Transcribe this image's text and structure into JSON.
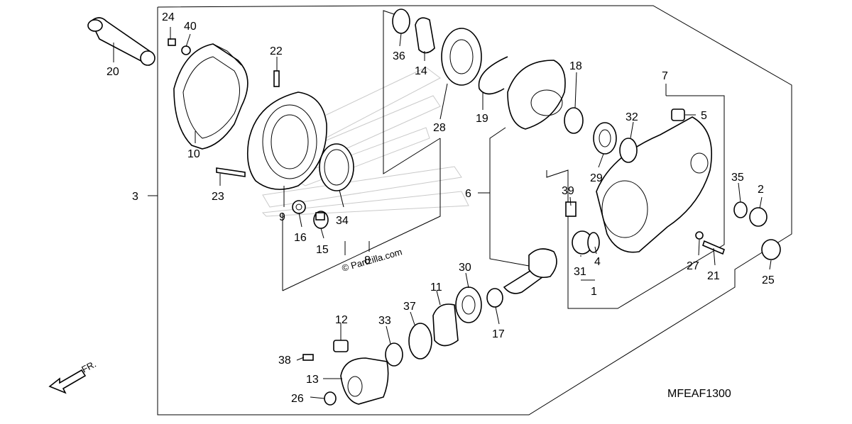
{
  "diagram": {
    "code": "MFEAF1300",
    "watermark": "© Partzilla.com",
    "direction_label": "FR.",
    "callouts": [
      "1",
      "2",
      "3",
      "4",
      "5",
      "6",
      "7",
      "8",
      "9",
      "10",
      "11",
      "12",
      "13",
      "14",
      "15",
      "16",
      "17",
      "18",
      "19",
      "20",
      "21",
      "22",
      "23",
      "24",
      "25",
      "26",
      "27",
      "28",
      "29",
      "30",
      "31",
      "32",
      "33",
      "34",
      "35",
      "36",
      "37",
      "38",
      "39",
      "40"
    ]
  }
}
